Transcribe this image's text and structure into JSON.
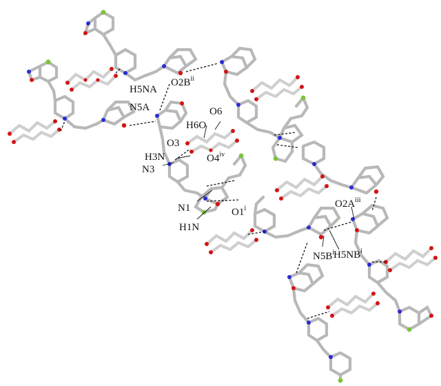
{
  "labels": {
    "h5na": "H5NA",
    "o2b": "O2B",
    "o2b_sup": "ii",
    "n5a": "N5A",
    "o6": "O6",
    "h6o": "H6O",
    "o3": "O3",
    "o4": "O4",
    "o4_sup": "iv",
    "h3n": "H3N",
    "n3": "N3",
    "n1": "N1",
    "o1": "O1",
    "o1_sup": "i",
    "h1n": "H1N",
    "o2a": "O2A",
    "o2a_sup": "iii",
    "n5b": "N5B",
    "n5b_sup": "i",
    "h5nb": "H5NB",
    "h5nb_sup": "i"
  },
  "colors": {
    "carbon_bond": "#b8b8b8",
    "oxygen": "#d21414",
    "nitrogen": "#2b2bd6",
    "fluorine": "#7cc33a",
    "hydrogen_bond": "#111111"
  }
}
